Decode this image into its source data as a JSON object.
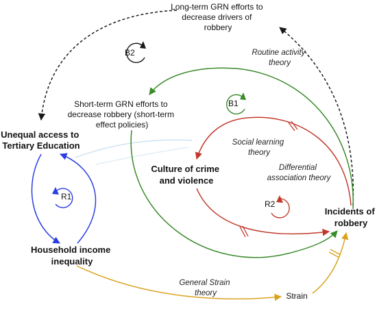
{
  "nodes": {
    "long_term_grn": {
      "lines": [
        "Long-term GRN efforts to",
        "decrease drivers of",
        "robbery"
      ]
    },
    "short_term_grn": {
      "lines": [
        "Short-term GRN efforts to",
        "decrease robbery (short-term",
        "effect policies)"
      ]
    },
    "unequal_access": {
      "lines": [
        "Unequal access to",
        "Tertiary Education"
      ]
    },
    "culture_crime": {
      "lines": [
        "Culture of crime",
        "and violence"
      ]
    },
    "incidents": {
      "lines": [
        "Incidents of",
        "robbery"
      ]
    },
    "household_income": {
      "lines": [
        "Household income",
        "inequality"
      ]
    },
    "strain": {
      "lines": [
        "Strain"
      ]
    }
  },
  "theories": {
    "routine_activity": {
      "lines": [
        "Routine activity",
        "theory"
      ]
    },
    "social_learning": {
      "lines": [
        "Social learning",
        "theory"
      ]
    },
    "differential_association": {
      "lines": [
        "Differential",
        "association theory"
      ]
    },
    "general_strain": {
      "lines": [
        "General Strain",
        "theory"
      ]
    }
  },
  "loops": {
    "b2": "B2",
    "b1": "B1",
    "r1": "R1",
    "r2": "R2"
  },
  "colors": {
    "black": "#1a1a1a",
    "green": "#3a8a2a",
    "red": "#c0392b",
    "blue": "#2a3de0",
    "orange": "#d9a21c",
    "light_blue": "#cfe3f3"
  }
}
